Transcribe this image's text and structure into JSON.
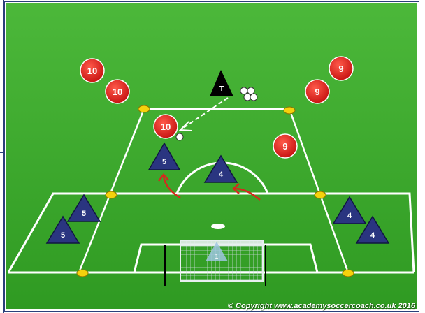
{
  "diagram": {
    "pitch_color": "#3fae2a",
    "line_color": "#ffffff",
    "red_color": "#e01818",
    "blue_color": "#2a3580",
    "coach_color": "#000000",
    "cone_color": "#f5d20c",
    "coach": {
      "label": "T"
    },
    "red_players": [
      {
        "label": "10"
      },
      {
        "label": "10"
      },
      {
        "label": "10"
      },
      {
        "label": "9"
      },
      {
        "label": "9"
      },
      {
        "label": "9"
      }
    ],
    "blue_players": [
      {
        "label": "5"
      },
      {
        "label": "4"
      },
      {
        "label": "5"
      },
      {
        "label": "5"
      },
      {
        "label": "4"
      },
      {
        "label": "4"
      }
    ],
    "goalkeeper": {
      "label": "1"
    },
    "copyright": "© Copyright www.academysoccercoach.co.uk 2016"
  }
}
